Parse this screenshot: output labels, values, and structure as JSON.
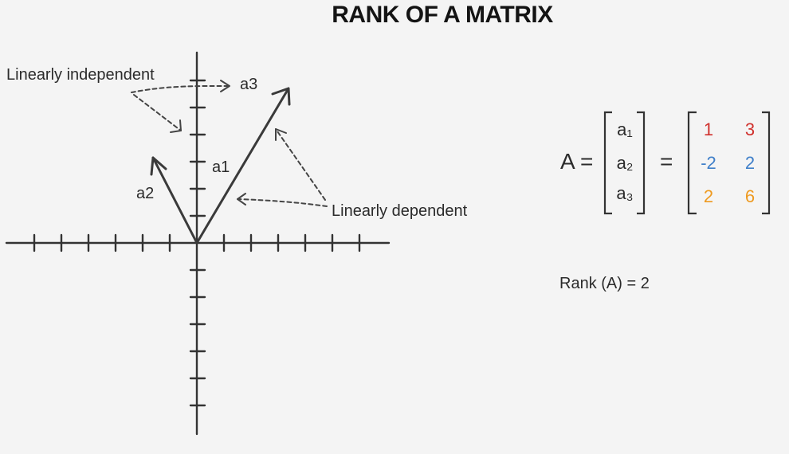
{
  "title": "RANK OF A MATRIX",
  "labels": {
    "linearly_independent": "Linearly independent",
    "linearly_dependent": "Linearly dependent",
    "a1": "a1",
    "a2": "a2",
    "a3": "a3"
  },
  "equation": {
    "matrix_name": "A",
    "equals": "=",
    "rows": [
      "a₁",
      "a₂",
      "a₃"
    ],
    "values": [
      [
        "1",
        "3"
      ],
      [
        "-2",
        "2"
      ],
      [
        "2",
        "6"
      ]
    ]
  },
  "rank_text": "Rank (A) = 2",
  "colors": {
    "row1": "#d0312d",
    "row2": "#3f7fc9",
    "row3": "#ee9a20"
  }
}
